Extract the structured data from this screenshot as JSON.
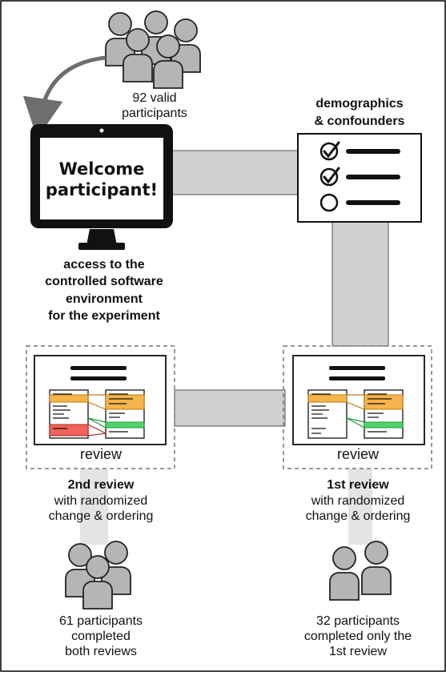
{
  "participants_top": {
    "label_line1": "92 valid",
    "label_line2": "participants"
  },
  "monitor": {
    "screen_line1": "Welcome",
    "screen_line2": "participant!",
    "caption_line1": "access to the",
    "caption_line2": "controlled software",
    "caption_line3": "environment",
    "caption_line4": "for the experiment"
  },
  "survey": {
    "title_line1": "demographics",
    "title_line2": "& confounders",
    "items": [
      {
        "state": "checked"
      },
      {
        "state": "checked"
      },
      {
        "state": "unchecked"
      }
    ]
  },
  "review_left": {
    "box_label": "review",
    "title_bold": "2nd review",
    "desc_line1": "with randomized",
    "desc_line2": "change & ordering"
  },
  "review_right": {
    "box_label": "review",
    "title_bold": "1st review",
    "desc_line1": "with randomized",
    "desc_line2": "change & ordering"
  },
  "group_left": {
    "label_line1": "61 participants",
    "label_line2": "completed",
    "label_line3": "both reviews"
  },
  "group_right": {
    "label_line1": "32 participants",
    "label_line2": "completed only the",
    "label_line3": "1st review"
  },
  "colors": {
    "connector": "#d0d0d0",
    "person": "#b5b5b5",
    "arrow": "#6e6e6e",
    "highlight_orange": "#f5b44a",
    "highlight_green": "#4fd66a",
    "highlight_red": "#f0625a"
  }
}
